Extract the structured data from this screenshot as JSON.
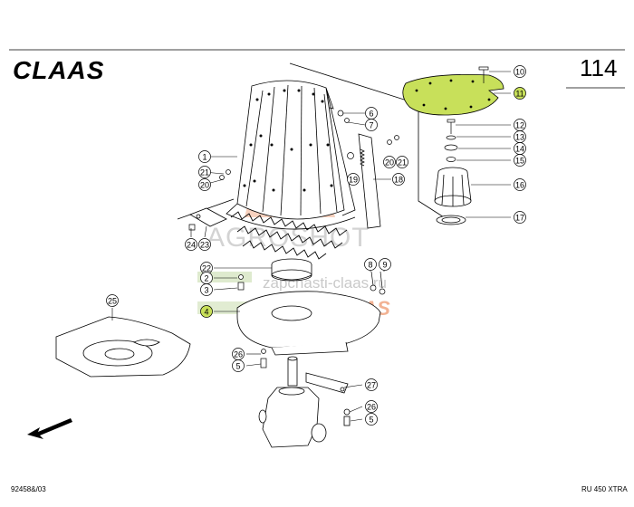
{
  "header": {
    "brand": "CLAAS",
    "page_number": "114"
  },
  "footer": {
    "drawing_code": "92458&/03",
    "model": "RU 450 XTRA"
  },
  "watermark": {
    "line1": "AGROSHOT",
    "line2": "zapchasti-claas.ru",
    "brand": "CLAAS"
  },
  "colors": {
    "highlight_fill": "#c8e05a",
    "highlight_stroke": "#7fa830",
    "watermark_orange": "#e8743b",
    "watermark_green": "#9bbf6a"
  },
  "callouts": [
    {
      "num": "1"
    },
    {
      "num": "2"
    },
    {
      "num": "3"
    },
    {
      "num": "4",
      "highlighted": true
    },
    {
      "num": "5"
    },
    {
      "num": "6"
    },
    {
      "num": "7"
    },
    {
      "num": "8"
    },
    {
      "num": "9"
    },
    {
      "num": "10"
    },
    {
      "num": "11",
      "highlighted": true
    },
    {
      "num": "12"
    },
    {
      "num": "13"
    },
    {
      "num": "14"
    },
    {
      "num": "15"
    },
    {
      "num": "16"
    },
    {
      "num": "17"
    },
    {
      "num": "18"
    },
    {
      "num": "19"
    },
    {
      "num": "20"
    },
    {
      "num": "21"
    },
    {
      "num": "22"
    },
    {
      "num": "23"
    },
    {
      "num": "24"
    },
    {
      "num": "25"
    },
    {
      "num": "26"
    },
    {
      "num": "27"
    }
  ],
  "callout_labels": {
    "c1": "1",
    "c2": "2",
    "c3": "3",
    "c4": "4",
    "c5a": "5",
    "c5b": "5",
    "c6": "6",
    "c7": "7",
    "c8": "8",
    "c9": "9",
    "c10": "10",
    "c11": "11",
    "c12": "12",
    "c13": "13",
    "c14": "14",
    "c15": "15",
    "c16": "16",
    "c17": "17",
    "c18": "18",
    "c19": "19",
    "c20a": "20",
    "c20b": "20",
    "c21a": "21",
    "c21b": "21",
    "c22": "22",
    "c23": "23",
    "c24": "24",
    "c25": "25",
    "c26a": "26",
    "c26b": "26",
    "c27": "27"
  }
}
